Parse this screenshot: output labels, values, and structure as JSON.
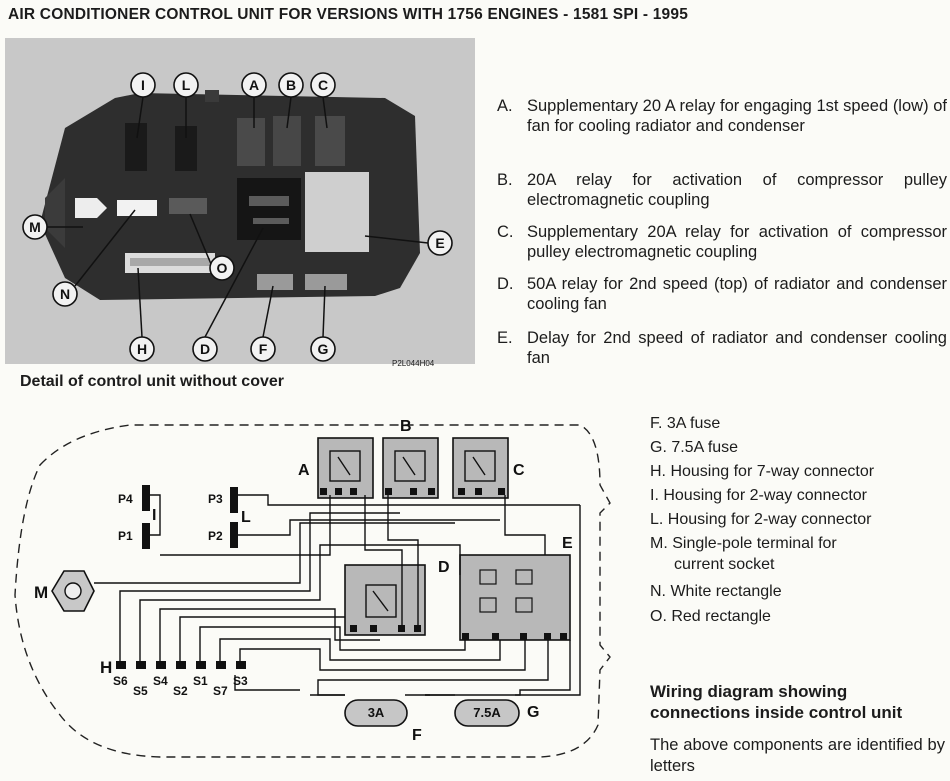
{
  "title": "AIR CONDITIONER CONTROL  UNIT FOR VERSIONS WITH 1756 ENGINES - 1581 SPI - 1995",
  "photo": {
    "caption": "Detail of control unit without cover",
    "code": "P2L044H04",
    "callouts": [
      "I",
      "L",
      "A",
      "B",
      "C",
      "M",
      "N",
      "O",
      "E",
      "H",
      "D",
      "F",
      "G"
    ]
  },
  "legend_top": [
    {
      "letter": "A.",
      "text": "Supplementary 20 A relay for engaging 1st speed (low) of fan for cooling radiator and condenser"
    },
    {
      "letter": "B.",
      "text": "20A relay for activation of compressor pulley electromagnetic coupling"
    },
    {
      "letter": "C.",
      "text": "Supplementary 20A  relay for activation of compressor pulley electromagnetic coupling"
    },
    {
      "letter": "D.",
      "text": "50A relay for 2nd speed (top) of radiator and condenser cooling fan"
    },
    {
      "letter": "E.",
      "text": "Delay for 2nd speed of radiator and condenser cooling fan"
    }
  ],
  "legend_bottom": [
    "F.  3A fuse",
    "G.  7.5A fuse",
    "H.  Housing for 7-way connector",
    "I.  Housing for 2-way connector",
    "L.  Housing for 2-way connector",
    "M.  Single-pole terminal for",
    "current socket",
    "N.  White rectangle",
    "O.  Red rectangle"
  ],
  "wiring": {
    "title": "Wiring diagram showing connections inside control unit",
    "note": "The above components are identified by letters",
    "labels": {
      "A": "A",
      "B": "B",
      "C": "C",
      "D": "D",
      "E": "E",
      "F": "F",
      "G": "G",
      "H": "H",
      "I": "I",
      "L": "L",
      "M": "M",
      "P1": "P1",
      "P2": "P2",
      "P3": "P3",
      "P4": "P4",
      "S1": "S1",
      "S2": "S2",
      "S3": "S3",
      "S4": "S4",
      "S5": "S5",
      "S6": "S6",
      "S7": "S7",
      "fuse3": "3A",
      "fuse75": "7.5A"
    }
  }
}
